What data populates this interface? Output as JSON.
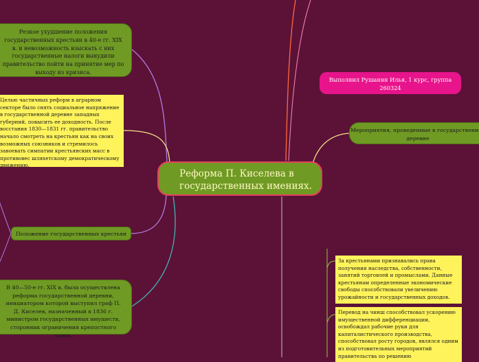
{
  "center": {
    "title_line1": "Реформа П. Киселева в",
    "title_line2": "государственных имениях."
  },
  "nodes": {
    "decline": "Резкое ухудшение положения государственных крестьян в 40-е гг. XIX в. и невозможность взыскать с них государственные налоги вынудили правительство пойти на принятие мер по выходу из кризиса.",
    "partial_reforms": "Целью частичных реформ в аграрном секторе было снять социальное напряжение в государственной деревне западных губерний, повысить ее доходность. После восстания 1830—1831 гг. правительство начало смотреть на крестьян как на своих возможных союзников и стремилось завоевать симпатии крестьянских масс в противовес шляхетскому демократическому движению.",
    "status": "Положение государственных крестьян",
    "reform_1840s": "В 40—50-е гг. XIX в. была осуществлена реформа государственной деревни, инициатором которой выступил граф П. Д. Киселев, назначенный в 1836 г. министром государственных имуществ, сторонник ограничения крепостного права.",
    "author": "Выполнил Рушанян Илья, 1 курс, группа 260324",
    "measures": "Мероприятия, проведенные в государственной деревне",
    "rights": "За крестьянами признавались права получения наследства, собственности, занятий торговлей и промыслами. Данные крестьянам определенные экономические свободы способствовали увеличению урожайности и государственных доходов.",
    "transition": "Перевод на чинш способствовал ускорению имущественной дифференциации, освобождал рабочие руки для капиталистического производства, способствовал росту городов, являлся одним из подготовительных мероприятий правительства по решению"
  },
  "colors": {
    "background": "#5c1237",
    "node_green": "#6f9a24",
    "note_yellow": "#fff35c",
    "author_pink": "#e8148c",
    "center_border": "#e8415d",
    "line_purple": "#b07ee0",
    "line_teal": "#3fb7b4",
    "line_yellow": "#f2e08a",
    "line_orange": "#ff6a3d",
    "line_gray": "#b6b6b6",
    "line_green": "#8acb3a"
  }
}
